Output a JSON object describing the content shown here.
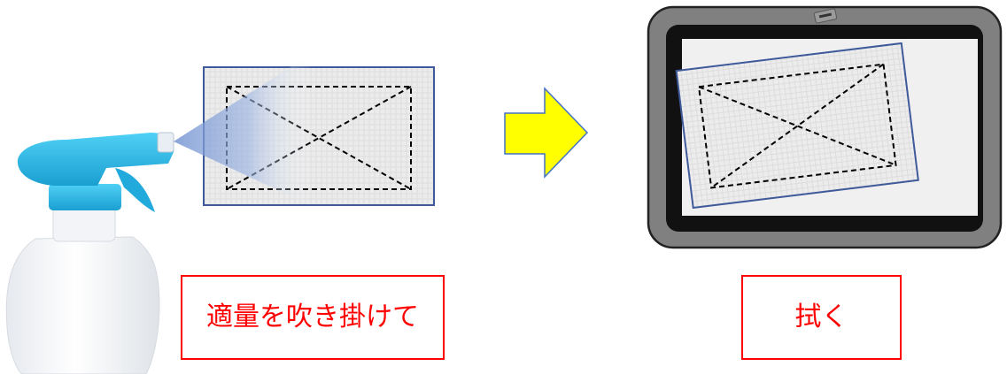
{
  "steps": [
    {
      "id": "spray",
      "label": "適量を吹き掛けて"
    },
    {
      "id": "wipe",
      "label": "拭く"
    }
  ],
  "icons": {
    "spray_bottle": "spray-bottle-icon",
    "arrow": "right-arrow-icon",
    "tablet": "tablet-icon",
    "film_sheet": "protective-film-icon"
  },
  "colors": {
    "label_border": "#ff0000",
    "label_text": "#ff0000",
    "arrow_fill": "#ffff00",
    "arrow_stroke": "#4472c4",
    "sheet_border": "#3f5a9a",
    "tablet_bezel": "#111111",
    "tablet_frame": "#808080",
    "spray_mist": "#8faadc",
    "bottle_cap": "#2fb3e0"
  }
}
